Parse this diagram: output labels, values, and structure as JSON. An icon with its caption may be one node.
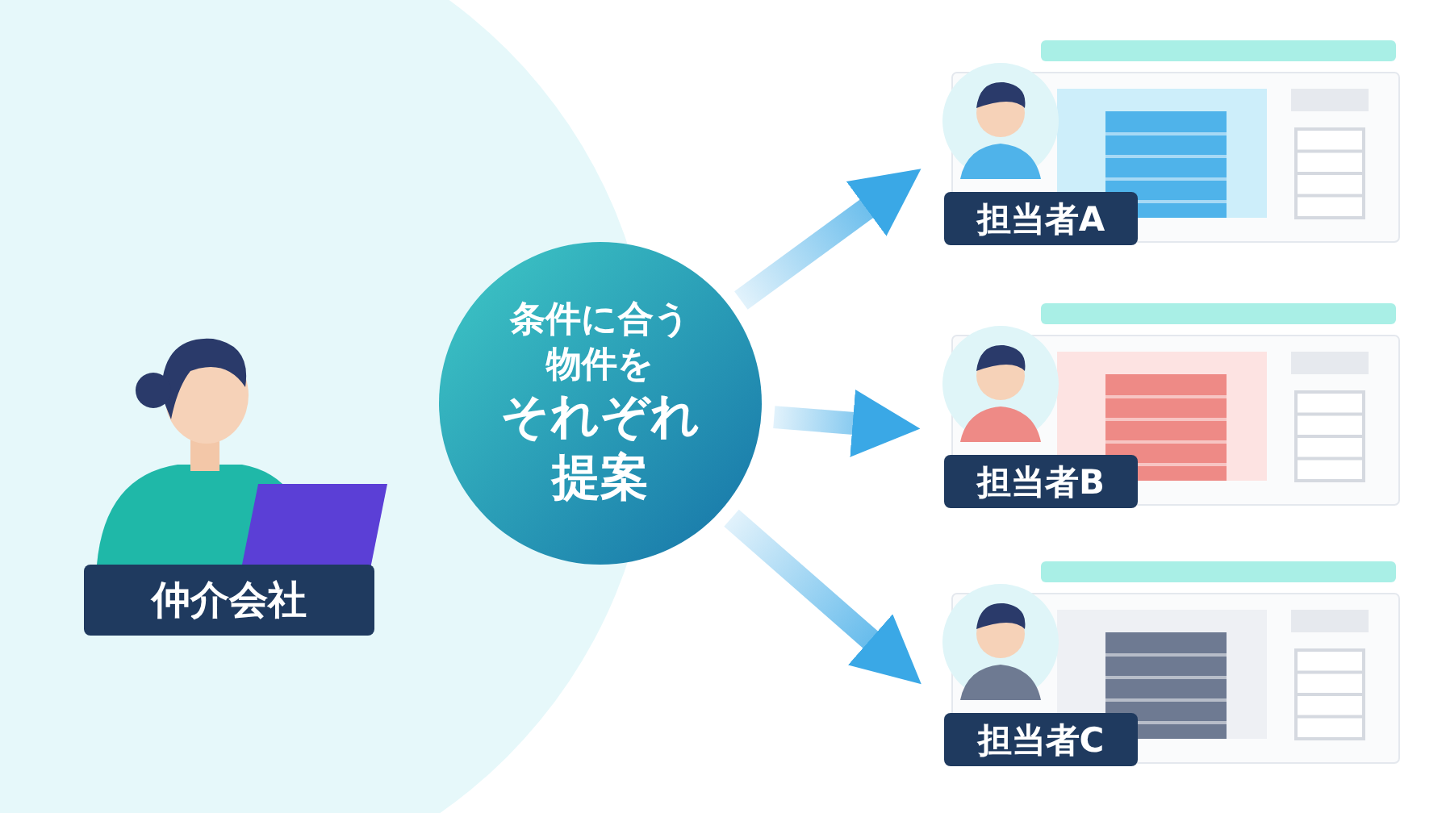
{
  "diagram": {
    "nodes": [
      {
        "text": [
          "仲介会社"
        ]
      },
      {
        "text": [
          "条件に合う物件を",
          "それぞれ提案"
        ]
      },
      {
        "text": [
          "担当者A"
        ]
      },
      {
        "text": [
          "担当者B"
        ]
      },
      {
        "text": [
          "担当者C"
        ]
      }
    ],
    "edges": [
      {
        "from": 1,
        "to": 2,
        "arrow": "to"
      },
      {
        "from": 1,
        "to": 3,
        "arrow": "to"
      },
      {
        "from": 1,
        "to": 4,
        "arrow": "to"
      }
    ]
  }
}
